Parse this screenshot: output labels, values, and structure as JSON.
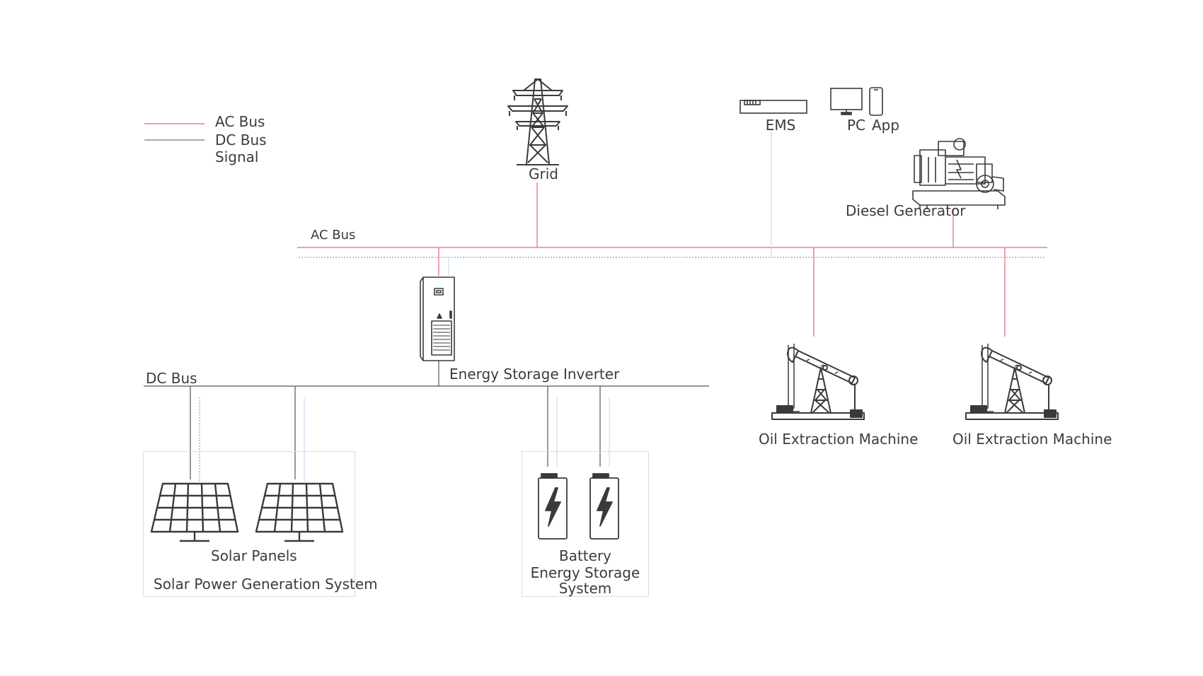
{
  "legend": {
    "ac_bus": "AC Bus",
    "dc_bus": "DC Bus",
    "signal": "Signal"
  },
  "buses": {
    "ac_bus": "AC Bus",
    "dc_bus": "DC Bus"
  },
  "nodes": {
    "grid": "Grid",
    "ems": "EMS",
    "pc": "PC",
    "app": "App",
    "diesel_generator": "Diesel Generator",
    "energy_storage_inverter": "Energy Storage Inverter",
    "oil_machine_1": "Oil Extraction Machine",
    "oil_machine_2": "Oil Extraction Machine",
    "solar_panels": "Solar Panels",
    "solar_system": "Solar Power Generation System",
    "battery_line1": "Battery",
    "battery_line2": "Energy Storage",
    "battery_line3": "System"
  },
  "colors": {
    "ac_bus": "#e8838c",
    "dc_bus": "#555555",
    "signal": "#7aa7d8",
    "signal_light": "#c9dcef",
    "icon": "#3a3a3a",
    "box_border": "#dddddd"
  }
}
